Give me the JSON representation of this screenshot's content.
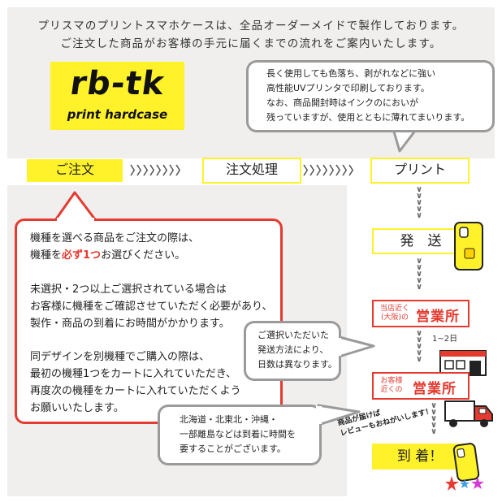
{
  "header": {
    "line1": "プリスマのプリントスマホケースは、全品オーダーメイドで製作しております。",
    "line2": "ご注文した商品がお客様の手元に届くまでの流れをご案内いたします。"
  },
  "logo": {
    "main": "rb-tk",
    "sub": "print hardcase"
  },
  "print_bubble": {
    "lines": [
      "長く使用しても色落ち、剥がれなどに強い",
      "高性能UVプリンタで印刷しております。",
      "なお、商品開封時はインクのにおいが",
      "残っていますが、使用とともに薄れてまいります。"
    ]
  },
  "steps": {
    "order": "ご注文",
    "processing": "注文処理",
    "print": "プリント",
    "ship": "発　送",
    "arrive": "到 着！",
    "chevrons": "〉〉〉〉〉〉〉〉"
  },
  "order_note": {
    "p1a": "機種を選べる商品をご注文の際は、",
    "p1b_pre": "機種を",
    "p1b_em": "必ず1つ",
    "p1b_post": "お選びください。",
    "p2a": "未選択・2つ以上ご選択されている場合は",
    "p2b": "お客様に機種をご確認させていただく必要があり、",
    "p2c": "製作・商品の到着にお時間がかかります。",
    "p3a": "同デザインを別機種でご購入の際は、",
    "p3b": "最初の機種1つをカートに入れていただき、",
    "p3c": "再度次の機種をカートに入れていただくよう",
    "p3d": "お願いいたします。"
  },
  "office1": {
    "small1": "当店近く",
    "small2": "(大阪)の",
    "big": "営業所"
  },
  "office2": {
    "small1": "お客様",
    "small2": "近くの",
    "big": "営業所"
  },
  "transit": {
    "days": "1~2日"
  },
  "method_bubble": {
    "lines": [
      "ご選択いただいた",
      "発送方法により、",
      "日数は異なります。"
    ]
  },
  "remote_bubble": {
    "lines": [
      "北海道・北東北・沖縄・",
      "一部離島などは到着に時間を",
      "要することがございます。"
    ]
  },
  "review": {
    "line1": "商品が届けば",
    "line2": "レビューもおねがいします！"
  },
  "icons": {
    "phone": "phone-case-icon",
    "building": "building-icon",
    "truck": "delivery-truck-icon",
    "stars": "sparkle-stars-icon"
  },
  "colors": {
    "yellow": "#fff22a",
    "red": "#e53a30",
    "grey": "#f0efed",
    "bubble_border": "#9a9a9a"
  }
}
